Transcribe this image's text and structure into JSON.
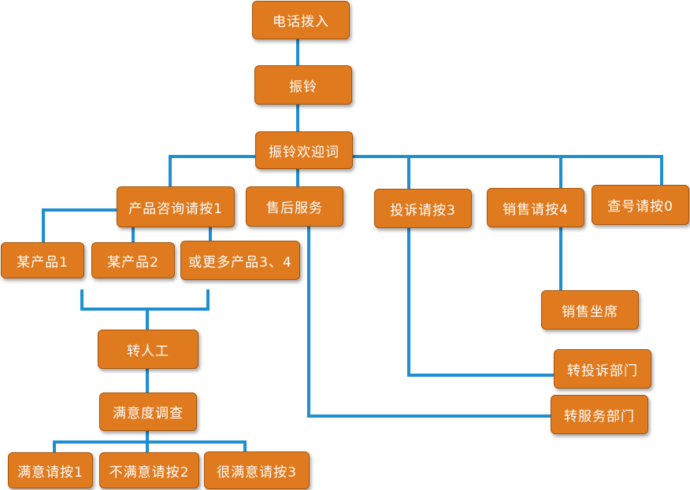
{
  "nodes": {
    "call_in": "电话拨入",
    "ring": "振铃",
    "welcome": "振铃欢迎词",
    "product_inquiry": "产品咨询请按1",
    "after_sales": "售后服务",
    "complaint": "投诉请按3",
    "sales": "销售请按4",
    "number_lookup": "查号请按0",
    "product_a": "某产品1",
    "product_b": "某产品2",
    "more_products": "或更多产品3、4",
    "sales_seat": "销售坐席",
    "to_complaint_dept": "转投诉部门",
    "to_service_dept": "转服务部门",
    "to_agent": "转人工",
    "survey": "满意度调查",
    "satisfied": "满意请按1",
    "unsatisfied": "不满意请按2",
    "very_satisfied": "很满意请按3"
  },
  "colors": {
    "box_fill": "#e07a1f",
    "box_border": "#a4550e",
    "box_text": "#ffffff",
    "connector": "#1e8fd0"
  }
}
